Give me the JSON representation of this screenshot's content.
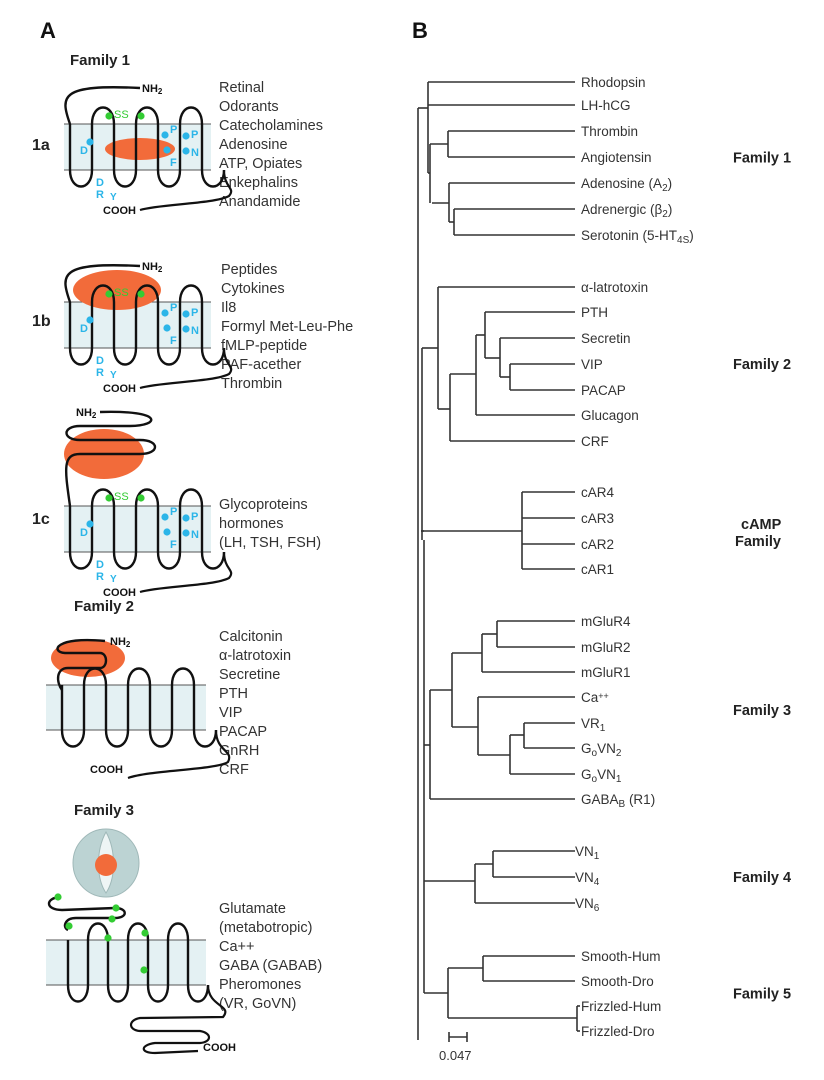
{
  "panel_a": {
    "label": "A",
    "families": [
      {
        "id": "family-1",
        "title": "Family 1"
      },
      {
        "id": "family-2",
        "title": "Family 2"
      },
      {
        "id": "family-3",
        "title": "Family 3"
      }
    ],
    "subtypes": [
      {
        "id": "1a",
        "label": "1a",
        "ligands": [
          "Retinal",
          "Odorants",
          "Catecholamines",
          "Adenosine",
          "ATP,  Opiates",
          "Enkephalins",
          "Anandamide"
        ]
      },
      {
        "id": "1b",
        "label": "1b",
        "ligands": [
          "Peptides",
          "Cytokines",
          "Il8",
          "Formyl Met-Leu-Phe",
          "fMLP-peptide",
          "PAF-acether",
          "Thrombin"
        ]
      },
      {
        "id": "1c",
        "label": "1c",
        "ligands": [
          "Glycoproteins",
          "hormones",
          "(LH, TSH, FSH)"
        ]
      },
      {
        "id": "f2",
        "label": "",
        "ligands": [
          "Calcitonin",
          "α-latrotoxin",
          "Secretine",
          "PTH",
          "VIP",
          "PACAP",
          "GnRH",
          "CRF"
        ]
      },
      {
        "id": "f3",
        "label": "",
        "ligands": [
          "Glutamate",
          "(metabotropic)",
          "Ca++",
          "GABA (GABAB)",
          "Pheromones",
          "(VR, GoVN)"
        ]
      }
    ],
    "annotations": {
      "nh2": "NH2",
      "cooh": "COOH",
      "ss": "SS",
      "residues": [
        "D",
        "P",
        "P",
        "F",
        "N",
        "D",
        "R",
        "Y"
      ]
    },
    "colors": {
      "membrane": "#e4f1f3",
      "ligand": "#f26b3a",
      "residue": "#2bb5e8",
      "disulfide": "#33cc33",
      "domain": "#bcd3d3"
    }
  },
  "panel_b": {
    "label": "B",
    "families": [
      {
        "name": "Family 1",
        "members": [
          "Rhodopsin",
          "LH-hCG",
          "Thrombin",
          "Angiotensin",
          "Adenosine (A2)",
          "Adrenergic (β2)",
          "Serotonin (5-HT4S)"
        ]
      },
      {
        "name": "Family 2",
        "members": [
          "α-latrotoxin",
          "PTH",
          "Secretin",
          "VIP",
          "PACAP",
          "Glucagon",
          "CRF"
        ]
      },
      {
        "name": "cAMP Family",
        "members": [
          "cAR4",
          "cAR3",
          "cAR2",
          "cAR1"
        ]
      },
      {
        "name": "Family 3",
        "members": [
          "mGluR4",
          "mGluR2",
          "mGluR1",
          "Ca++",
          "VR1",
          "GoVN2",
          "GoVN1",
          "GABAB (R1)"
        ]
      },
      {
        "name": "Family 4",
        "members": [
          "VN1",
          "VN4",
          "VN6"
        ]
      },
      {
        "name": "Family 5",
        "members": [
          "Smooth-Hum",
          "Smooth-Dro",
          "Frizzled-Hum",
          "Frizzled-Dro"
        ]
      }
    ],
    "scale_bar": {
      "value": "0.047"
    }
  }
}
